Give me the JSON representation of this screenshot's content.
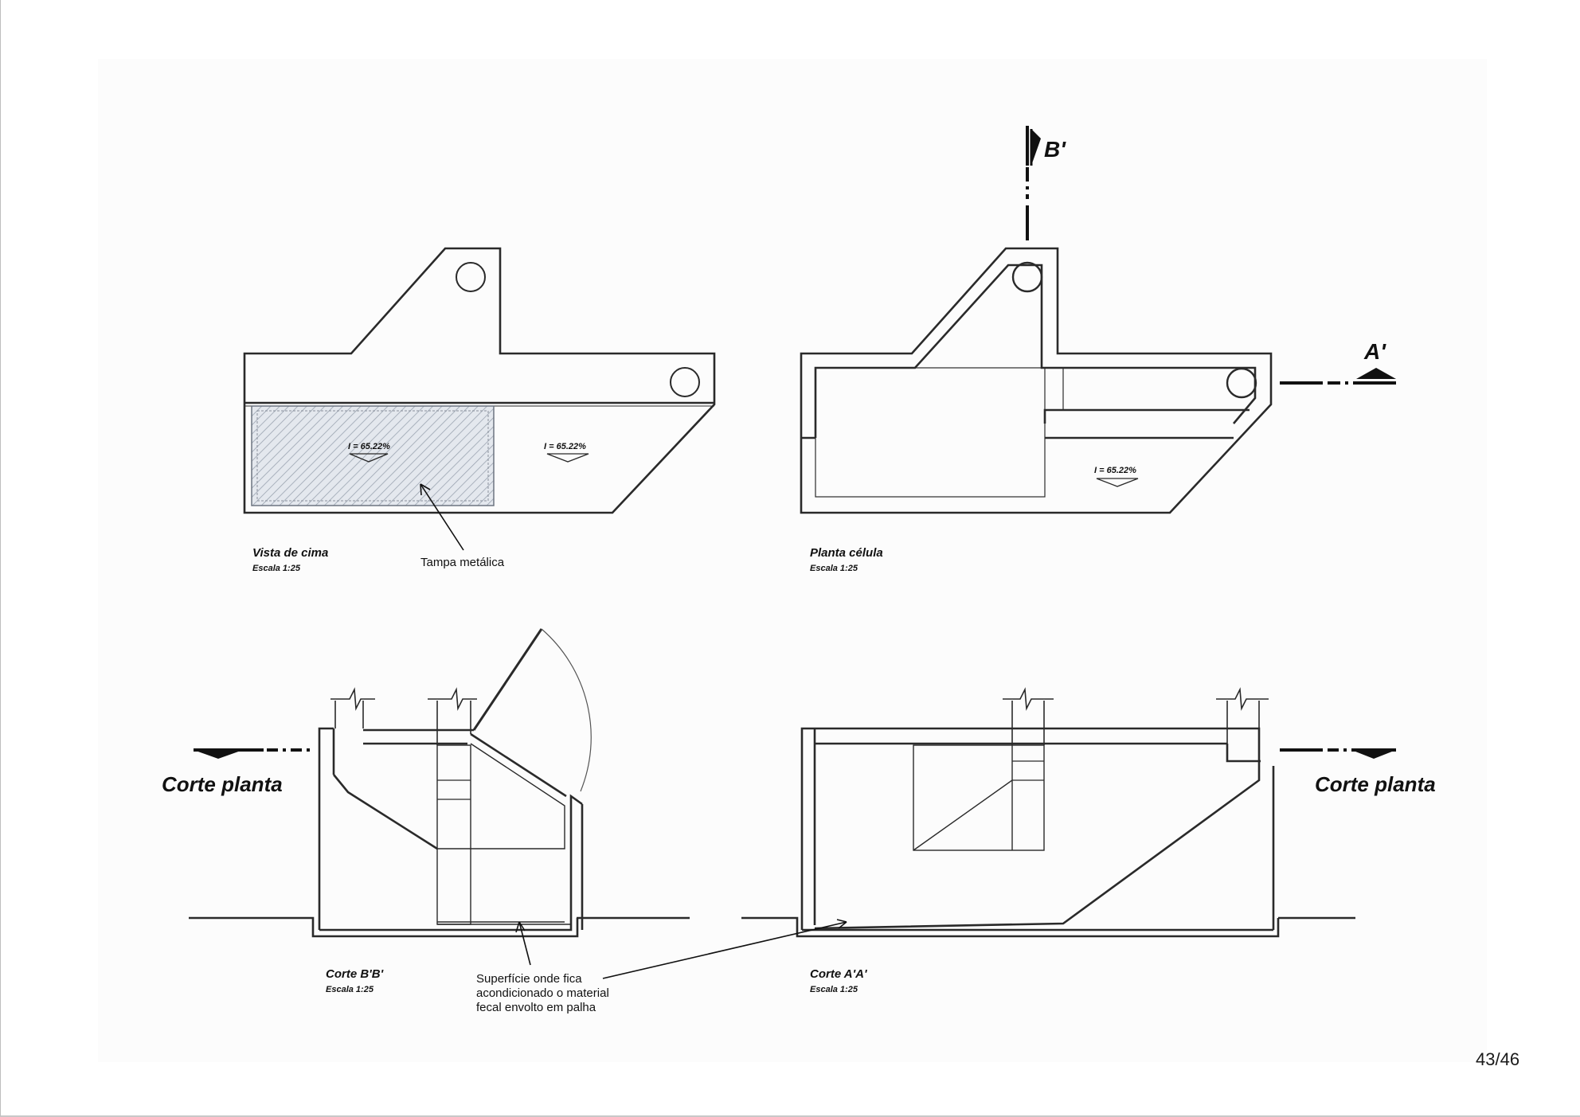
{
  "page_number": "43/46",
  "views": {
    "top_view": {
      "title": "Vista de cima",
      "scale": "Escala 1:25",
      "slope_left": "I = 65.22%",
      "slope_right": "I = 65.22%",
      "annotation": "Tampa metálica"
    },
    "cell_plan": {
      "title": "Planta célula",
      "scale": "Escala 1:25",
      "slope": "I = 65.22%",
      "section_mark_b": "B'",
      "section_mark_a": "A'"
    },
    "section_bb": {
      "title": "Corte B'B'",
      "scale": "Escala 1:25",
      "plan_label": "Corte planta"
    },
    "section_aa": {
      "title": "Corte A'A'",
      "scale": "Escala 1:25",
      "plan_label": "Corte planta"
    }
  },
  "shared_annotation": {
    "line1": "Superfície onde fica",
    "line2": "acondicionado o material",
    "line3": "fecal envolto em palha"
  }
}
